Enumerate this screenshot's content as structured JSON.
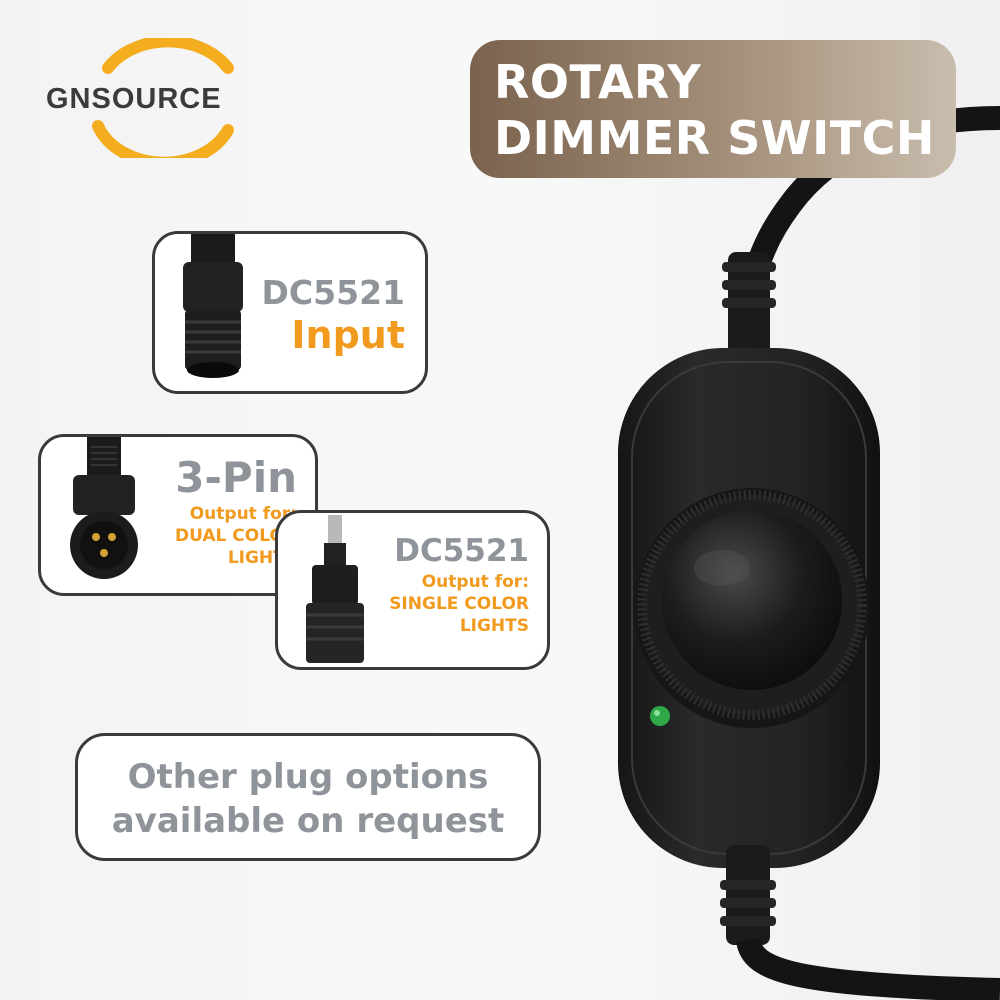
{
  "brand": {
    "name": "GNSOURCE",
    "colors": {
      "arc": "#f4ad1f",
      "text": "#3b3b3b"
    }
  },
  "title": {
    "line1": "ROTARY",
    "line2": "DIMMER SWITCH"
  },
  "input_card": {
    "connector": "DC5521",
    "label": "Input",
    "icon": "female-barrel-connector-icon"
  },
  "pin_card": {
    "connector": "3-Pin",
    "output_for": "Output for:",
    "line1": "DUAL COLOR",
    "line2": "LIGHTS",
    "icon": "three-pin-connector-icon"
  },
  "dc_card": {
    "connector": "DC5521",
    "output_for": "Output for:",
    "line1": "SINGLE COLOR",
    "line2": "LIGHTS",
    "icon": "male-barrel-connector-icon"
  },
  "note": {
    "line1": "Other plug options",
    "line2": "available on request"
  },
  "colors": {
    "accent": "#f29a1e",
    "gray_text": "#8f939a",
    "banner_dark": "#7a624d",
    "banner_light": "#c9bdae",
    "led": "#2fa84a"
  }
}
